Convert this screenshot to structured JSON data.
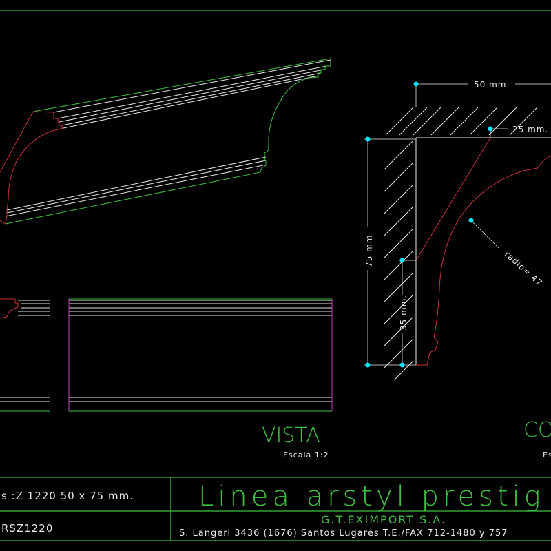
{
  "drawing": {
    "dimensions": {
      "width_label": "50 mm.",
      "inner_label": "25 mm.",
      "height_label": "75 mm.",
      "lower_label": "35 mm.",
      "radius_label": "radio= 47"
    },
    "view_vista": {
      "title": "VISTA",
      "scale": "Escala 1:2"
    },
    "view_corte": {
      "title": "CO",
      "scale": "Es"
    },
    "title_block": {
      "description": "s :Z 1220 50 x 75 mm.",
      "code": "RSZ1220",
      "brand": "Linea arstyl prestig",
      "company": "G.T.EXIMPORT S.A.",
      "address": "S. Langeri 3436 (1676) Santos Lugares T.E./FAX 712-1480 y 757"
    },
    "colors": {
      "frame": "#3fbf3f",
      "profile_red": "#c83232",
      "profile_green": "#3fbf3f",
      "lines_white": "#e8e8e8",
      "magenta": "#c040c0",
      "dim_dots": "#00e5ff"
    }
  }
}
